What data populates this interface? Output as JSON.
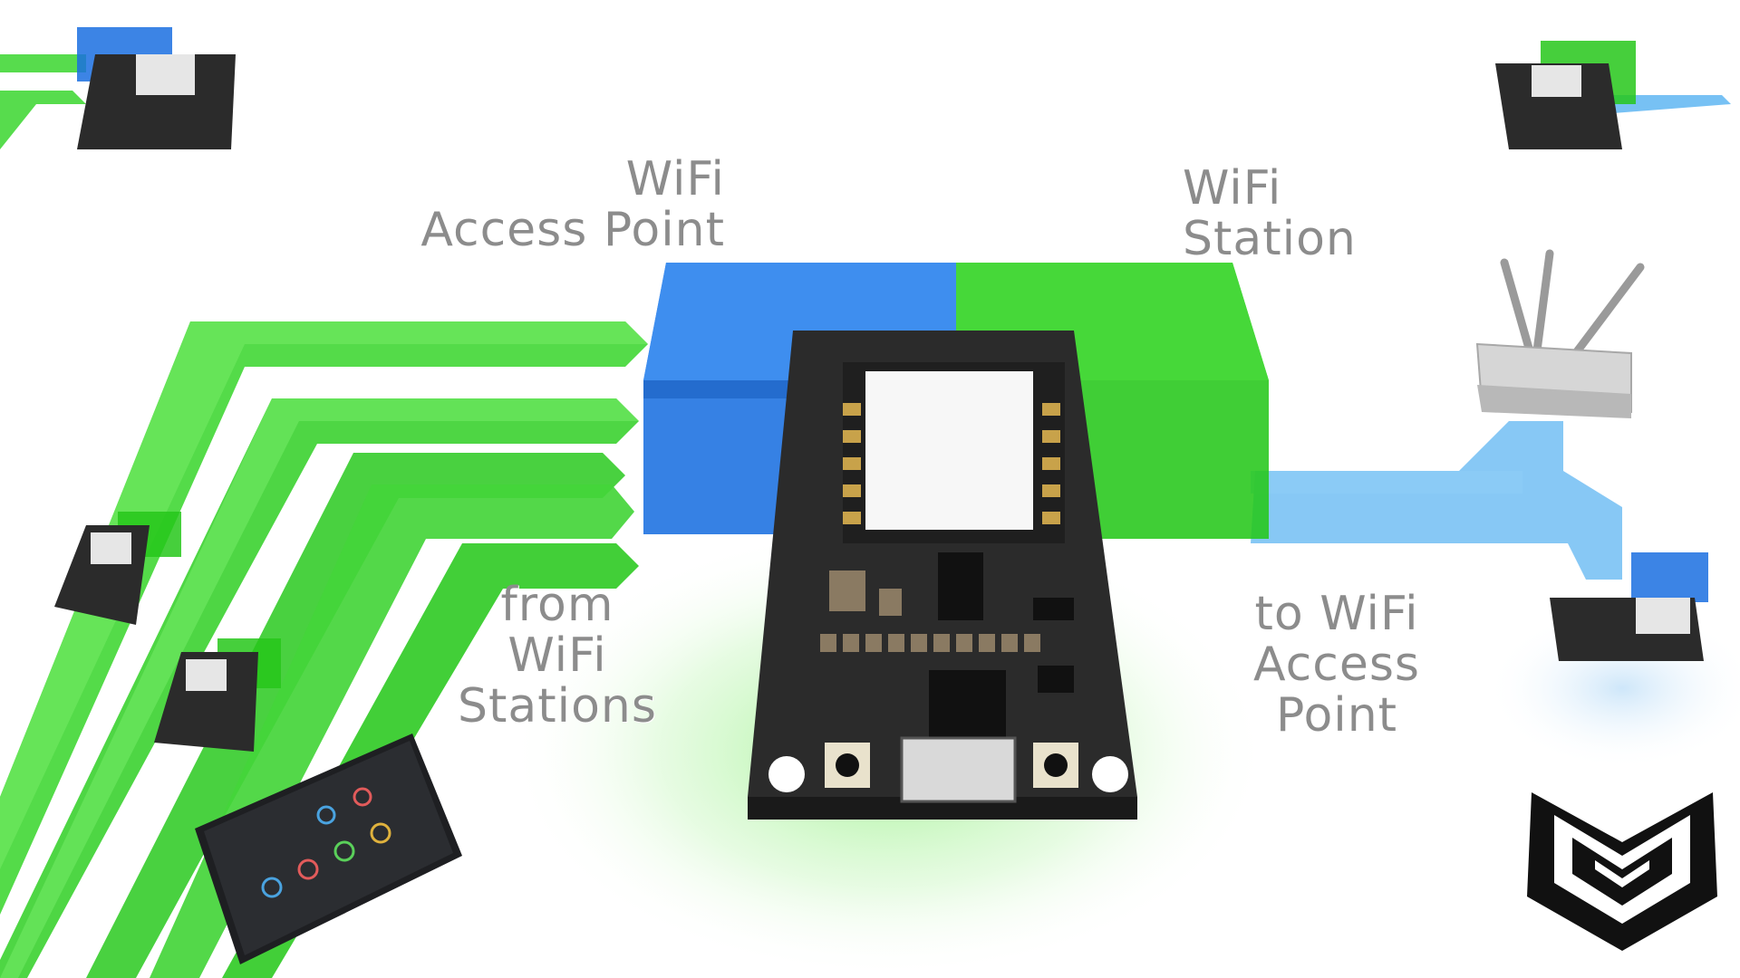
{
  "labels": {
    "access_point": [
      "WiFi",
      "Access Point"
    ],
    "station": [
      "WiFi",
      "Station"
    ],
    "from_stations": [
      "from",
      "WiFi",
      "Stations"
    ],
    "to_access_point": [
      "to WiFi",
      "Access",
      "Point"
    ]
  },
  "colors": {
    "access_point_blue": "#1a6fe0",
    "station_green": "#26c71a",
    "link_green": "#45d83a",
    "link_blue": "#5fb6f2",
    "board": "#2b2b2b",
    "text_gray": "#8c8c8c"
  },
  "icons": [
    "esp-board-icon",
    "router-icon",
    "dashboard-screen-icon",
    "logo-icon"
  ]
}
